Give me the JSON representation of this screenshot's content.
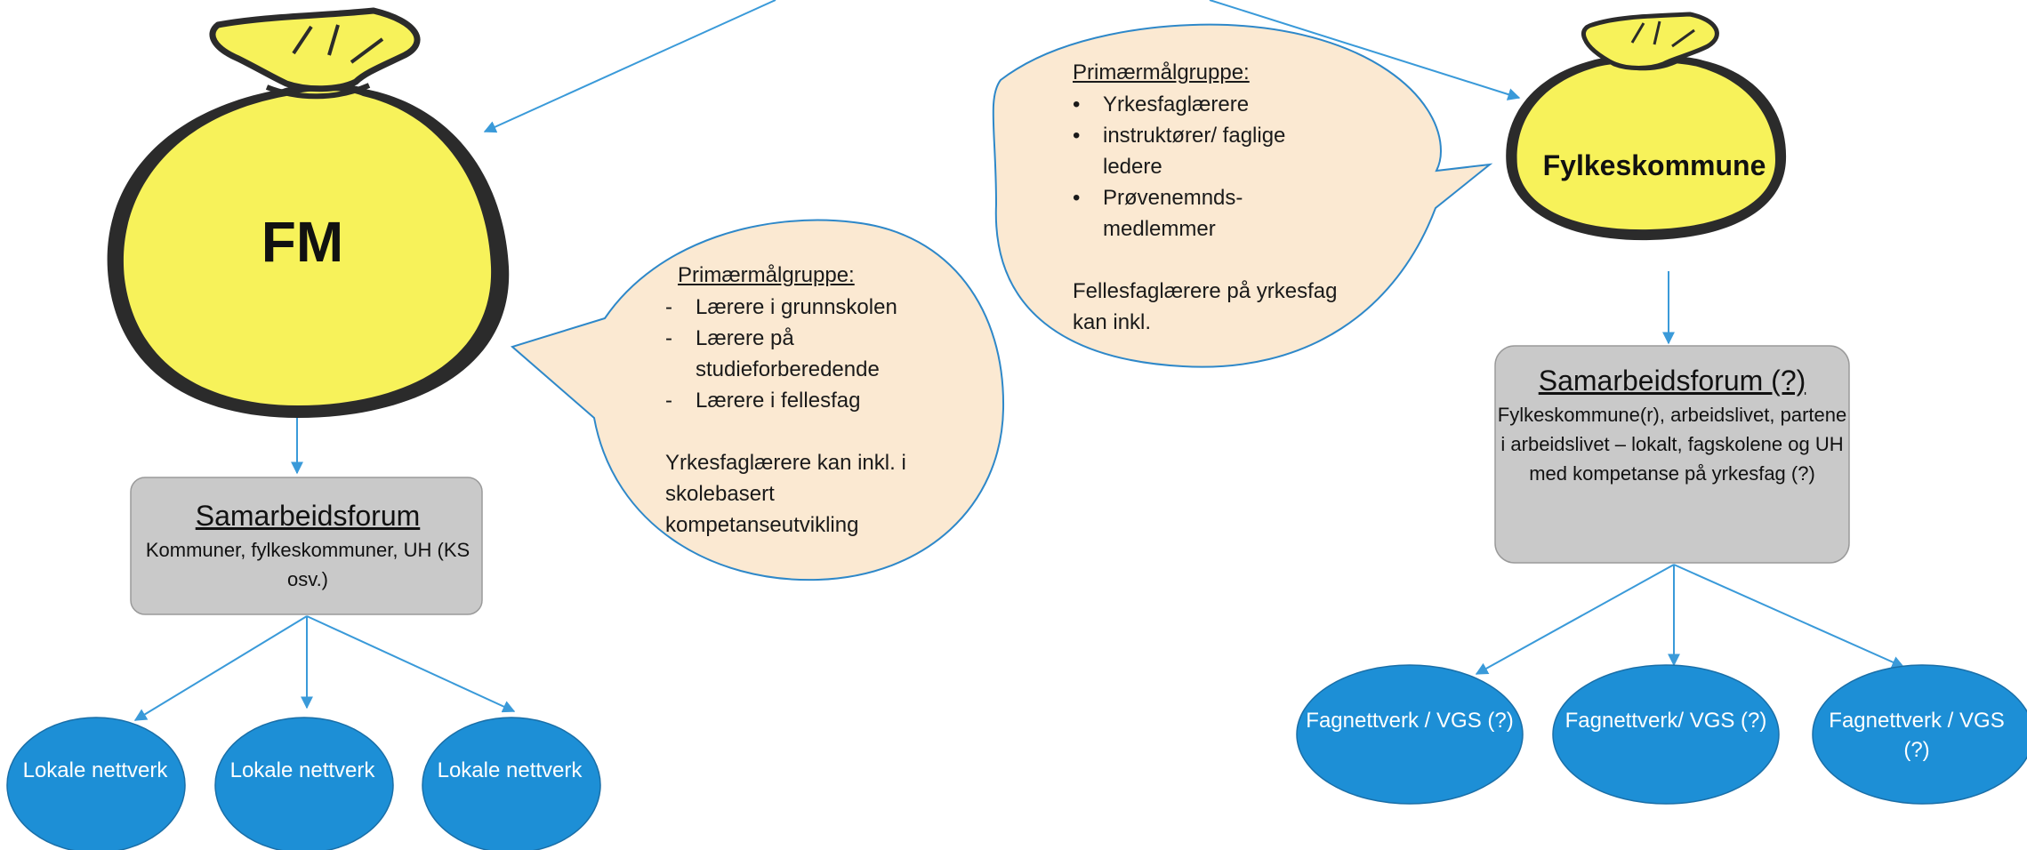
{
  "colors": {
    "bag_fill": "#f7f25a",
    "bag_outline": "#2b2b2b",
    "bubble_fill": "#fbe9d2",
    "bubble_stroke": "#2e88c9",
    "forum_fill": "#c9c9c9",
    "network_fill": "#1d8fd6",
    "arrow": "#3a9ad9"
  },
  "fm": {
    "label": "FM"
  },
  "fylkeskommune": {
    "label": "Fylkeskommune"
  },
  "bubble_left": {
    "heading": "Primærmålgruppe:",
    "bullet_marker": "-",
    "items": [
      "Lærere i grunnskolen",
      "Lærere på studieforberedende",
      "Lærere i fellesfag"
    ],
    "note": "Yrkesfaglærere kan inkl. i skolebasert kompetanseutvikling"
  },
  "bubble_right": {
    "heading": "Primærmålgruppe:",
    "bullet_marker": "•",
    "items": [
      "Yrkesfaglærere",
      "instruktører/ faglige ledere",
      "Prøvenemnds-medlemmer"
    ],
    "note": "Fellesfaglærere på yrkesfag kan inkl."
  },
  "forum_left": {
    "title": "Samarbeidsforum",
    "description": "Kommuner, fylkeskommuner, UH (KS osv.)"
  },
  "forum_right": {
    "title": "Samarbeidsforum (?)",
    "description": "Fylkeskommune(r), arbeidslivet, partene i arbeidslivet – lokalt, fagskolene og UH med kompetanse på yrkesfag (?)"
  },
  "networks_left": [
    "Lokale nettverk",
    "Lokale nettverk",
    "Lokale nettverk"
  ],
  "networks_right": [
    "Fagnettverk / VGS (?)",
    "Fagnettverk/ VGS (?)",
    "Fagnettverk / VGS (?)"
  ]
}
